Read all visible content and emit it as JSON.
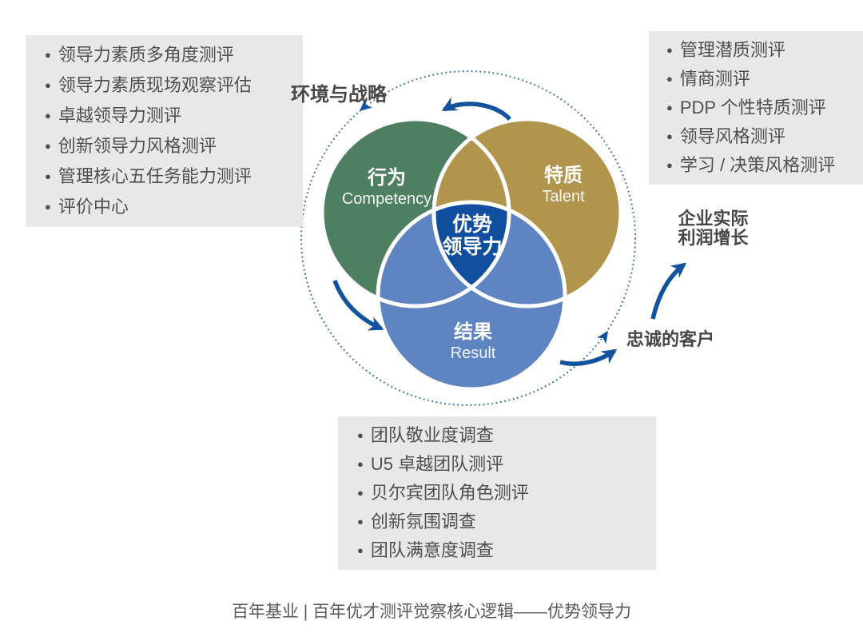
{
  "colors": {
    "green": "#4e7f60",
    "gold": "#b2954d",
    "blue": "#5e84c1",
    "navy": "#0f4f9d",
    "arrow": "#11539e",
    "dotted": "#2f6ab1",
    "box_bg": "#e8e8e8",
    "list_text": "#4f4f4f",
    "label_text": "#474747",
    "caption_text": "#595959"
  },
  "boxes": {
    "top_left": {
      "items": [
        "领导力素质多角度测评",
        "领导力素质现场观察评估",
        "卓越领导力测评",
        "创新领导力风格测评",
        "管理核心五任务能力测评",
        "评价中心"
      ]
    },
    "top_right": {
      "items": [
        "管理潜质测评",
        "情商测评",
        "PDP 个性特质测评",
        "领导风格测评",
        "学习 / 决策风格测评"
      ]
    },
    "bottom": {
      "items": [
        "团队敬业度调查",
        "U5 卓越团队测评",
        "贝尔宾团队角色测评",
        "创新氛围调查",
        "团队满意度调查"
      ]
    }
  },
  "diagram": {
    "outer_label": "环境与战略",
    "circles": [
      {
        "title": "行为",
        "subtitle": "Competency"
      },
      {
        "title": "特质",
        "subtitle": "Talent"
      },
      {
        "title": "结果",
        "subtitle": "Result"
      }
    ],
    "center": {
      "line1": "优势",
      "line2": "领导力"
    },
    "right_labels": {
      "profit_line1": "企业实际",
      "profit_line2": "利润增长",
      "customer": "忠诚的客户"
    }
  },
  "caption": "百年基业 | 百年优才测评觉察核心逻辑——优势领导力"
}
